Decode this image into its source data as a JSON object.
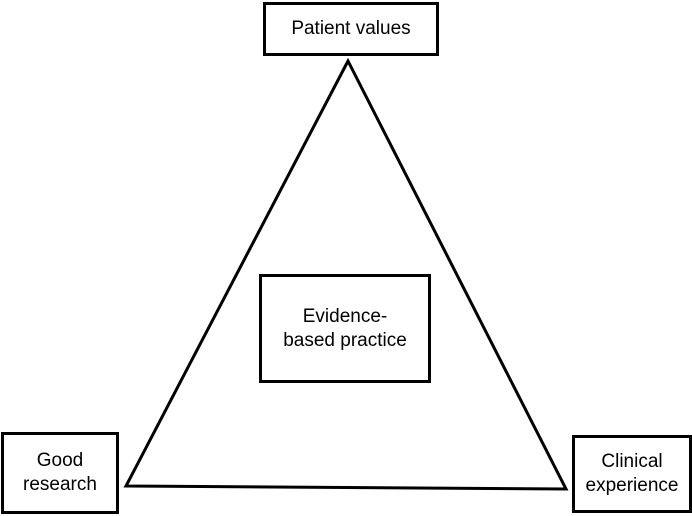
{
  "diagram": {
    "top_node": {
      "label": "Patient values"
    },
    "center_node": {
      "line1": "Evidence-",
      "line2": "based practice"
    },
    "left_node": {
      "line1": "Good",
      "line2": "research"
    },
    "right_node": {
      "line1": "Clinical",
      "line2": "experience"
    }
  },
  "colors": {
    "stroke": "#000000",
    "background": "#ffffff"
  }
}
